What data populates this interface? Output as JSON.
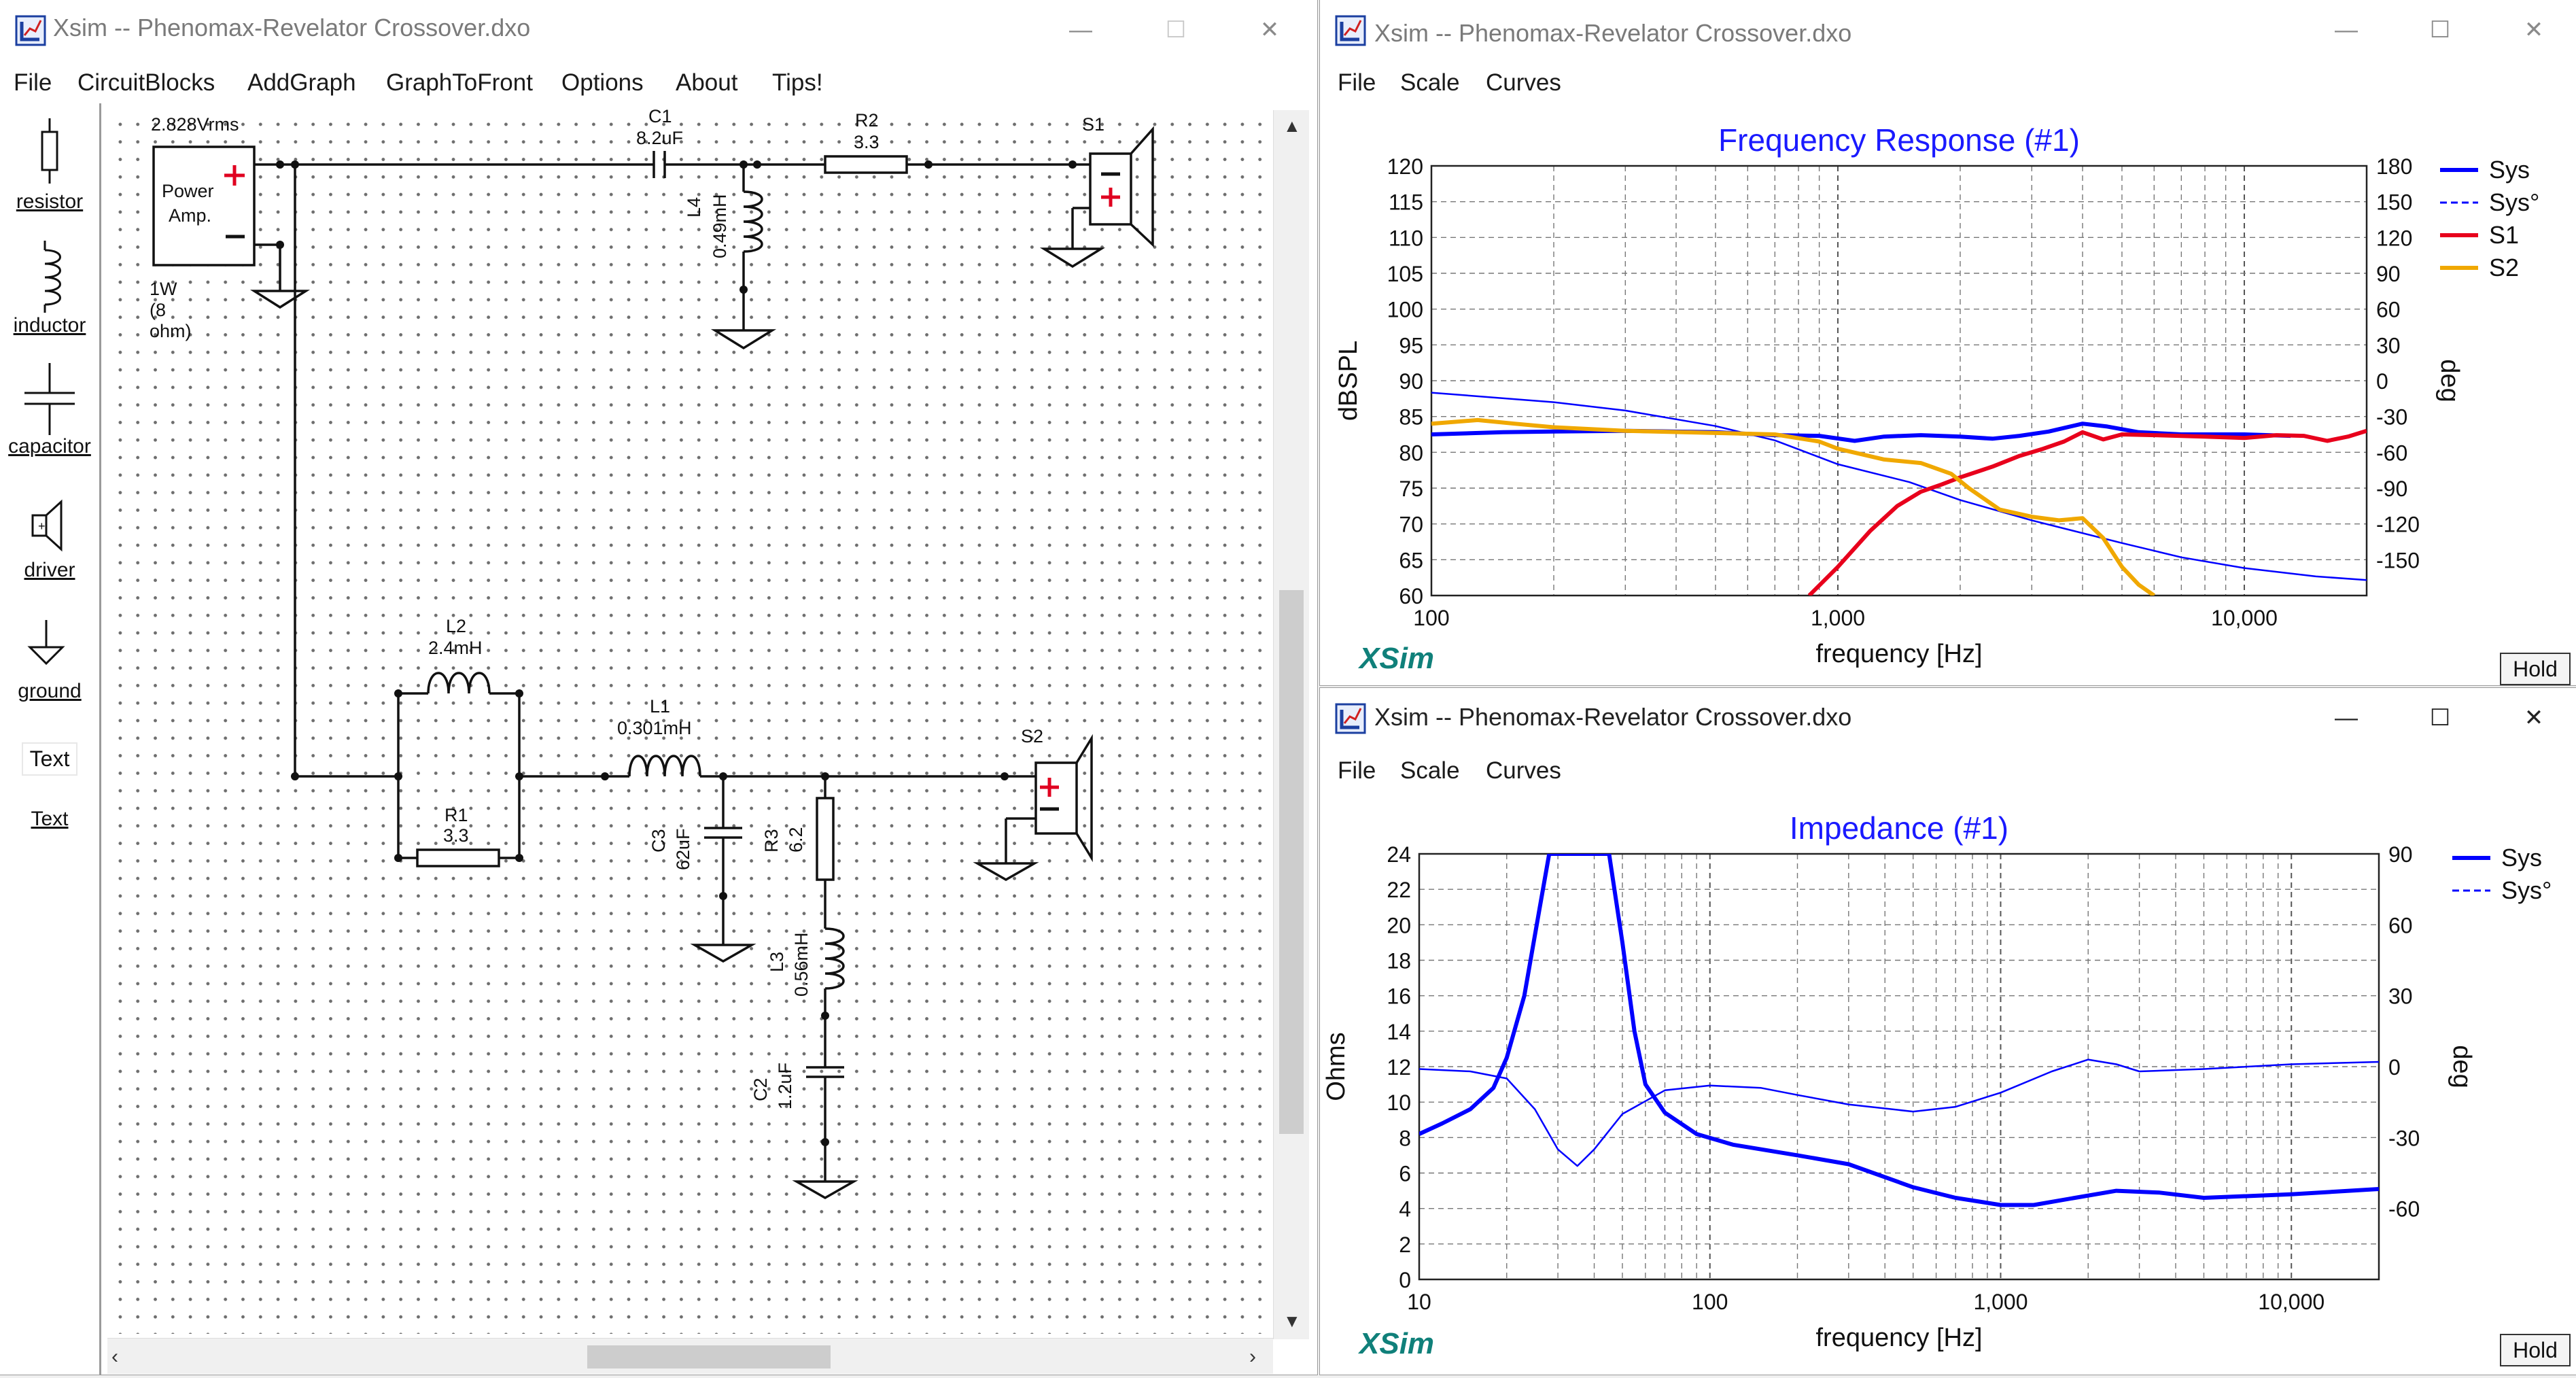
{
  "main_window": {
    "title": "Xsim -- Phenomax-Revelator Crossover.dxo",
    "menu": [
      "File",
      "CircuitBlocks",
      "AddGraph",
      "GraphToFront",
      "Options",
      "About",
      "Tips!"
    ],
    "palette": [
      {
        "label": "resistor",
        "icon": "resistor-icon"
      },
      {
        "label": "inductor",
        "icon": "inductor-icon"
      },
      {
        "label": "capacitor",
        "icon": "capacitor-icon"
      },
      {
        "label": "driver",
        "icon": "driver-icon"
      },
      {
        "label": "ground",
        "icon": "ground-icon"
      },
      {
        "label": "Text",
        "icon": "text-box-icon"
      },
      {
        "label": "Text",
        "icon": "text-link"
      }
    ]
  },
  "circuit": {
    "power_amp": {
      "label1": "Power",
      "label2": "Amp.",
      "voltage": "2.828Vrms",
      "rating": "1W (8 ohm)"
    },
    "c1": {
      "name": "C1",
      "value": "8.2uF"
    },
    "r2": {
      "name": "R2",
      "value": "3.3"
    },
    "l4": {
      "name": "L4",
      "value": "0.49mH"
    },
    "s1": {
      "name": "S1"
    },
    "l2": {
      "name": "L2",
      "value": "2.4mH"
    },
    "r1": {
      "name": "R1",
      "value": "3.3"
    },
    "l1": {
      "name": "L1",
      "value": "0.301mH"
    },
    "c3": {
      "name": "C3",
      "value": "62uF"
    },
    "r3": {
      "name": "R3",
      "value": "6.2"
    },
    "l3": {
      "name": "L3",
      "value": "0.56mH"
    },
    "c2": {
      "name": "C2",
      "value": "1.2uF"
    },
    "s2": {
      "name": "S2"
    }
  },
  "freq_window": {
    "title": "Xsim -- Phenomax-Revelator Crossover.dxo",
    "menu": [
      "File",
      "Scale",
      "Curves"
    ],
    "hold_label": "Hold",
    "logo": "XSim"
  },
  "imp_window": {
    "title": "Xsim -- Phenomax-Revelator Crossover.dxo",
    "menu": [
      "File",
      "Scale",
      "Curves"
    ],
    "hold_label": "Hold",
    "logo": "XSim"
  },
  "chart_data": [
    {
      "type": "line",
      "title": "Frequency Response (#1)",
      "xlabel": "frequency [Hz]",
      "ylabel": "dBSPL",
      "y2label": "deg",
      "xscale": "log",
      "xlim": [
        100,
        20000
      ],
      "ylim": [
        60,
        120
      ],
      "y2lim": [
        -180,
        180
      ],
      "xticks": [
        "100",
        "1,000",
        "10,000"
      ],
      "yticks": [
        "60",
        "65",
        "70",
        "75",
        "80",
        "85",
        "90",
        "95",
        "100",
        "105",
        "110",
        "115",
        "120"
      ],
      "y2ticks": [
        "-150",
        "-120",
        "-90",
        "-60",
        "-30",
        "0",
        "30",
        "60",
        "90",
        "120",
        "150",
        "180"
      ],
      "grid": true,
      "legend": "top-right",
      "series": [
        {
          "name": "Sys",
          "color": "#0000ff",
          "width": "thick",
          "axis": "left",
          "points": [
            [
              100,
              82.5
            ],
            [
              150,
              82.8
            ],
            [
              200,
              82.9
            ],
            [
              300,
              83
            ],
            [
              500,
              82.8
            ],
            [
              700,
              82.4
            ],
            [
              900,
              82.3
            ],
            [
              1100,
              81.6
            ],
            [
              1300,
              82.2
            ],
            [
              1600,
              82.4
            ],
            [
              2000,
              82.2
            ],
            [
              2400,
              81.9
            ],
            [
              2800,
              82.3
            ],
            [
              3300,
              82.9
            ],
            [
              4000,
              84
            ],
            [
              4600,
              83.6
            ],
            [
              5500,
              82.8
            ],
            [
              7000,
              82.5
            ],
            [
              10000,
              82.5
            ],
            [
              13000,
              82.3
            ]
          ]
        },
        {
          "name": "Sys°",
          "color": "#0000ff",
          "width": "thin",
          "axis": "right",
          "points": [
            [
              100,
              -10
            ],
            [
              200,
              -18
            ],
            [
              300,
              -25
            ],
            [
              500,
              -38
            ],
            [
              700,
              -50
            ],
            [
              1000,
              -70
            ],
            [
              1500,
              -85
            ],
            [
              2000,
              -100
            ],
            [
              3000,
              -117
            ],
            [
              5000,
              -136
            ],
            [
              7000,
              -148
            ],
            [
              10000,
              -157
            ],
            [
              15000,
              -164
            ],
            [
              20000,
              -167
            ]
          ]
        },
        {
          "name": "S1",
          "color": "#e8001c",
          "width": "thick",
          "axis": "left",
          "points": [
            [
              850,
              60
            ],
            [
              1000,
              64
            ],
            [
              1200,
              69
            ],
            [
              1400,
              72.5
            ],
            [
              1600,
              74.5
            ],
            [
              1800,
              75.5
            ],
            [
              2000,
              76.5
            ],
            [
              2400,
              78
            ],
            [
              2800,
              79.5
            ],
            [
              3200,
              80.5
            ],
            [
              3600,
              81.5
            ],
            [
              4000,
              82.8
            ],
            [
              4500,
              81.8
            ],
            [
              5000,
              82.5
            ],
            [
              6000,
              82.4
            ],
            [
              8000,
              82.2
            ],
            [
              10000,
              82
            ],
            [
              12000,
              82.4
            ],
            [
              14000,
              82.3
            ],
            [
              16000,
              81.6
            ],
            [
              18000,
              82.2
            ],
            [
              20000,
              83
            ]
          ]
        },
        {
          "name": "S2",
          "color": "#f0a800",
          "width": "thick",
          "axis": "left",
          "points": [
            [
              100,
              84
            ],
            [
              130,
              84.5
            ],
            [
              160,
              84
            ],
            [
              200,
              83.5
            ],
            [
              300,
              83
            ],
            [
              500,
              82.7
            ],
            [
              700,
              82.5
            ],
            [
              900,
              81.5
            ],
            [
              1000,
              80.5
            ],
            [
              1300,
              79
            ],
            [
              1600,
              78.5
            ],
            [
              1900,
              77
            ],
            [
              2100,
              75
            ],
            [
              2500,
              72
            ],
            [
              3000,
              71
            ],
            [
              3500,
              70.5
            ],
            [
              4000,
              70.8
            ],
            [
              4500,
              68
            ],
            [
              5000,
              64
            ],
            [
              5500,
              61.5
            ],
            [
              6000,
              60
            ]
          ]
        }
      ]
    },
    {
      "type": "line",
      "title": "Impedance (#1)",
      "xlabel": "frequency [Hz]",
      "ylabel": "Ohms",
      "y2label": "deg",
      "xscale": "log",
      "xlim": [
        10,
        20000
      ],
      "ylim": [
        0,
        24
      ],
      "y2lim": [
        -90,
        90
      ],
      "xticks": [
        "10",
        "100",
        "1,000",
        "10,000"
      ],
      "yticks": [
        "0",
        "2",
        "4",
        "6",
        "8",
        "10",
        "12",
        "14",
        "16",
        "18",
        "20",
        "22",
        "24"
      ],
      "y2ticks": [
        "-60",
        "-30",
        "0",
        "30",
        "60",
        "90"
      ],
      "grid": true,
      "legend": "top-right",
      "series": [
        {
          "name": "Sys",
          "color": "#0000ff",
          "width": "thick",
          "axis": "left",
          "points": [
            [
              10,
              8.2
            ],
            [
              12,
              8.8
            ],
            [
              15,
              9.6
            ],
            [
              18,
              10.8
            ],
            [
              20,
              12.5
            ],
            [
              23,
              16
            ],
            [
              26,
              21
            ],
            [
              28,
              24
            ],
            [
              45,
              24
            ],
            [
              50,
              19
            ],
            [
              55,
              14
            ],
            [
              60,
              11
            ],
            [
              70,
              9.4
            ],
            [
              90,
              8.2
            ],
            [
              120,
              7.6
            ],
            [
              200,
              7
            ],
            [
              300,
              6.5
            ],
            [
              500,
              5.2
            ],
            [
              700,
              4.6
            ],
            [
              1000,
              4.2
            ],
            [
              1300,
              4.2
            ],
            [
              1800,
              4.6
            ],
            [
              2500,
              5
            ],
            [
              3500,
              4.9
            ],
            [
              5000,
              4.6
            ],
            [
              10000,
              4.8
            ],
            [
              20000,
              5.1
            ]
          ]
        },
        {
          "name": "Sys°",
          "color": "#0000ff",
          "width": "thin",
          "axis": "right",
          "points": [
            [
              10,
              -1
            ],
            [
              15,
              -2
            ],
            [
              20,
              -5
            ],
            [
              25,
              -18
            ],
            [
              30,
              -35
            ],
            [
              35,
              -42
            ],
            [
              40,
              -35
            ],
            [
              50,
              -20
            ],
            [
              70,
              -10
            ],
            [
              100,
              -8
            ],
            [
              150,
              -9
            ],
            [
              200,
              -12
            ],
            [
              300,
              -16
            ],
            [
              500,
              -19
            ],
            [
              700,
              -17
            ],
            [
              1000,
              -11
            ],
            [
              1500,
              -2
            ],
            [
              2000,
              3
            ],
            [
              2500,
              1
            ],
            [
              3000,
              -2
            ],
            [
              5000,
              -1
            ],
            [
              10000,
              1
            ],
            [
              20000,
              2
            ]
          ]
        }
      ]
    }
  ]
}
